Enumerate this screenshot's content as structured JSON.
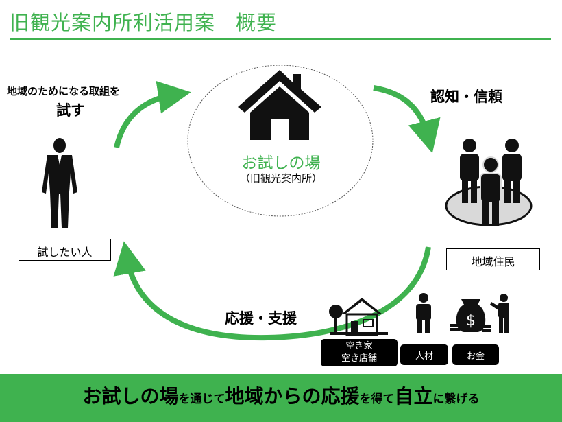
{
  "title": "旧観光案内所利活用案　概要",
  "center": {
    "label": "お試しの場",
    "sub": "（旧観光案内所）"
  },
  "left": {
    "caption_line1": "地域のためになる取組を",
    "caption_line2": "試す",
    "person_label": "試したい人"
  },
  "right": {
    "caption": "認知・信頼",
    "group_label": "地域住民"
  },
  "bottom_left_caption": "応援・支援",
  "support": {
    "vacant_line1": "空き家",
    "vacant_line2": "空き店舗",
    "people": "人材",
    "money": "お金"
  },
  "banner": {
    "p1": "お試しの場",
    "p2": "を通じて",
    "p3": "地域からの応援",
    "p4": "を得て",
    "p5": "自立",
    "p6": "に繋げる"
  },
  "colors": {
    "accent": "#3fb24f",
    "icon": "#111111",
    "ellipse_fill": "#d9d9d9"
  }
}
